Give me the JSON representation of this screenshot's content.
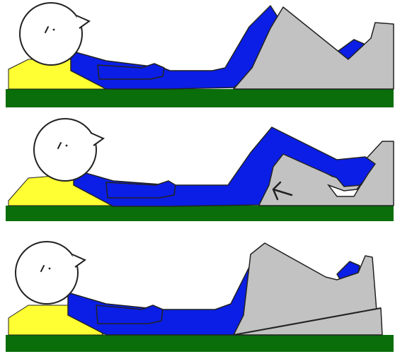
{
  "colors": {
    "ground": "#0a6e0a",
    "pillow": "#ffff33",
    "body": "#0a1ee6",
    "wedge": "#c2c2c2",
    "outline": "#222222",
    "head": "#ffffff",
    "foot": "#ffffff"
  },
  "panels": [
    {
      "id": "panel-1",
      "wedge_variant": "tall-wedge-under-knees",
      "arrow": false,
      "base_wedge": false
    },
    {
      "id": "panel-2",
      "wedge_variant": "wedge-slid-under-calves",
      "arrow": true,
      "base_wedge": false
    },
    {
      "id": "panel-3",
      "wedge_variant": "wedge-raised-on-base-wedge",
      "arrow": false,
      "base_wedge": true
    }
  ],
  "icons": {
    "arrow": "left-arrow-icon"
  }
}
